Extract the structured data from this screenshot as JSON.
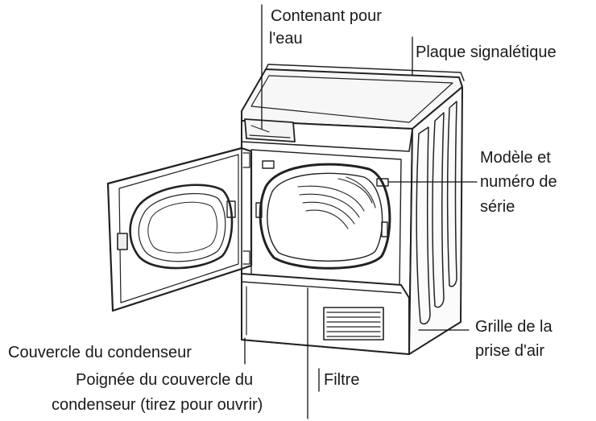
{
  "labels": {
    "water_container": {
      "line1": "Contenant pour",
      "line2": "l'eau"
    },
    "rating_plate": "Plaque signalétique",
    "model_serial": {
      "line1": "Modèle et",
      "line2": "numéro de",
      "line3": "série"
    },
    "air_intake": {
      "line1": "Grille de la",
      "line2": "prise d'air"
    },
    "condenser_cover": "Couvercle du condenseur",
    "condenser_handle": {
      "line1": "Poignée du couvercle du",
      "line2": "condenseur (tirez pour ouvrir)"
    },
    "filter": "Filtre"
  }
}
